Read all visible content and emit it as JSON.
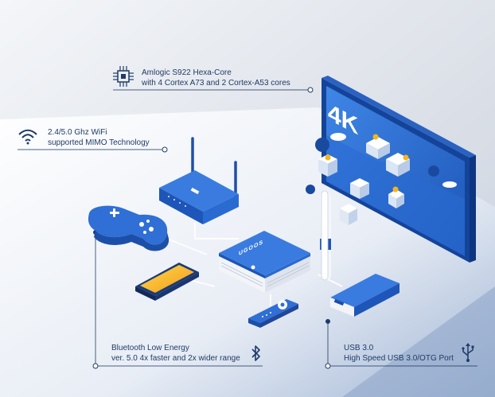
{
  "callouts": {
    "cpu": {
      "line1": "Amlogic S922 Hexa-Core",
      "line2": "with 4 Cortex A73 and 2 Cortex-A53 cores",
      "icon": "cpu-chip-icon"
    },
    "wifi": {
      "line1": "2.4/5.0 Ghz WiFi",
      "line2": "supported MIMO Technology",
      "icon": "wifi-icon"
    },
    "bluetooth": {
      "line1": "Bluetooth Low Energy",
      "line2": "ver. 5.0 4x faster and 2x wider range",
      "icon": "bluetooth-icon"
    },
    "usb": {
      "line1": "USB 3.0",
      "line2": "High Speed USB 3.0/OTG Port",
      "icon": "usb-icon"
    }
  },
  "tv": {
    "badge": "4K"
  },
  "device": {
    "brand": "UGOOS"
  },
  "colors": {
    "primary": "#2f6fd6",
    "dark": "#1c4fa8",
    "text": "#1f3b66",
    "bg_gray": "#dcdfe4"
  }
}
